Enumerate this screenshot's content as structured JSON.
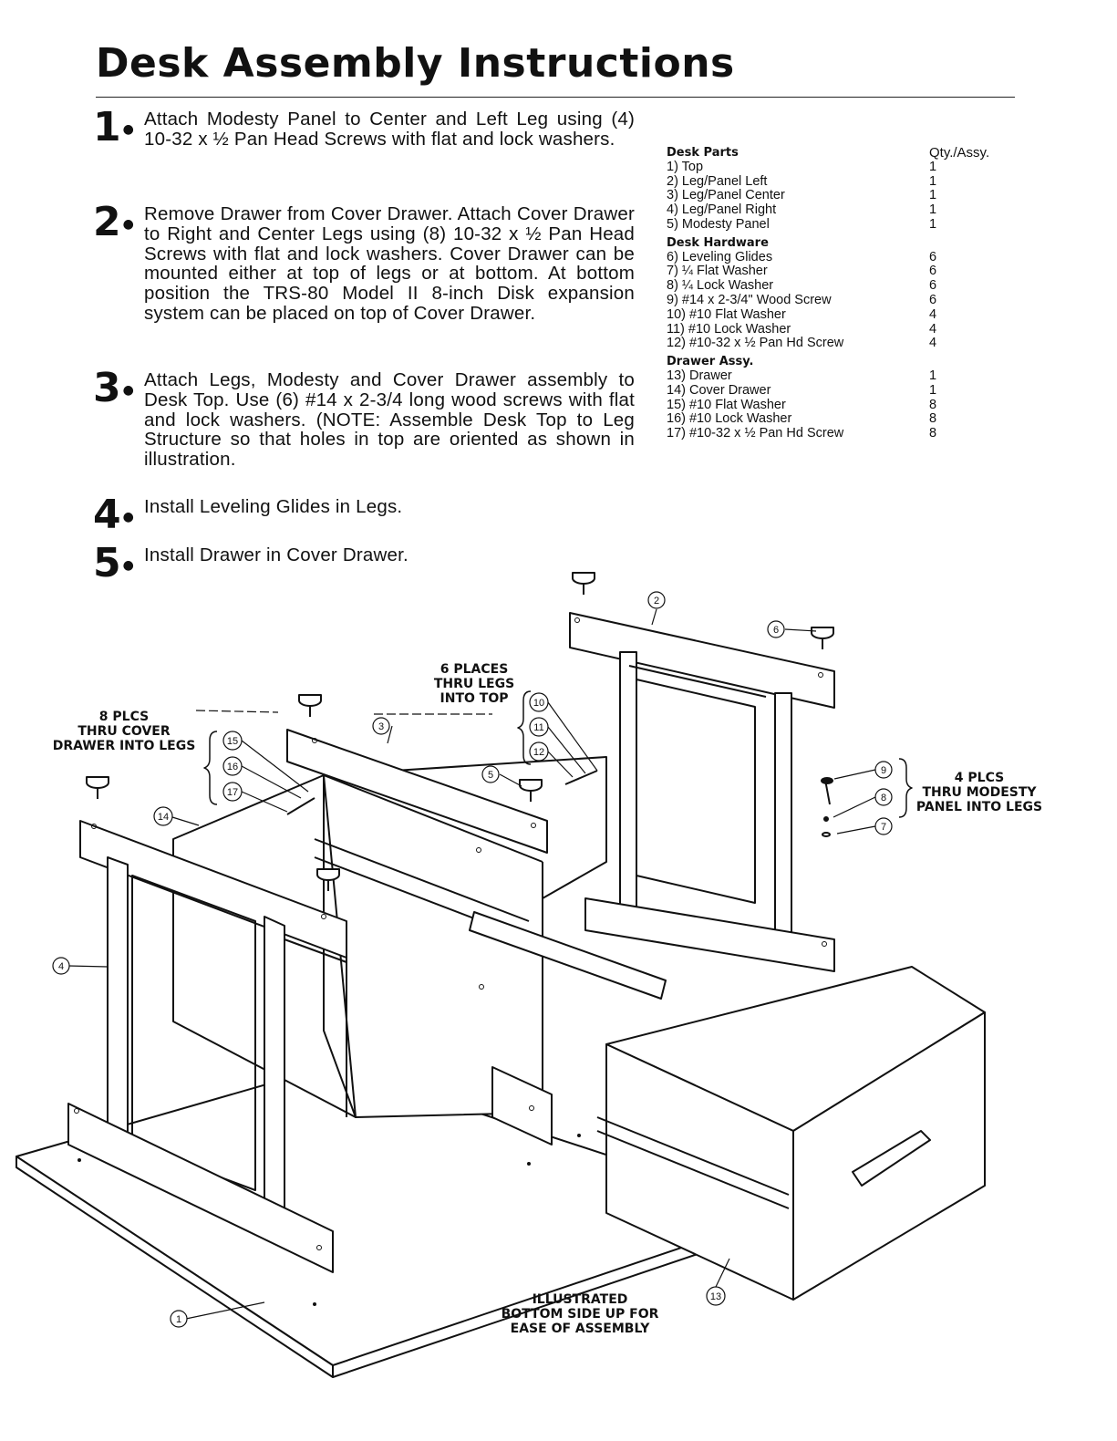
{
  "title": "Desk Assembly Instructions",
  "steps": [
    {
      "num": "1",
      "text": "Attach Modesty Panel to Center and Left Leg using (4) 10-32 x ½ Pan Head Screws with flat and lock washers."
    },
    {
      "num": "2",
      "text": "Remove Drawer from Cover Drawer. Attach Cover Drawer to Right and Center Legs using (8) 10-32 x ½ Pan Head Screws with flat and lock washers. Cover Drawer can be mounted either at top of legs or at bottom. At bottom position the TRS-80 Model II 8-inch Disk expansion system can be placed on top of Cover Drawer."
    },
    {
      "num": "3",
      "text": "Attach Legs, Modesty and Cover Drawer assembly to Desk Top. Use (6) #14 x 2-3/4 long wood screws with flat and lock washers. (NOTE: Assemble Desk Top to Leg Structure so that holes in top are oriented as shown in illustration."
    },
    {
      "num": "4",
      "text": "Install Leveling Glides in Legs."
    },
    {
      "num": "5",
      "text": "Install Drawer in Cover Drawer."
    }
  ],
  "parts_list": {
    "qty_header": "Qty./Assy.",
    "groups": [
      {
        "heading": "Desk Parts",
        "items": [
          {
            "name": "1) Top",
            "qty": "1"
          },
          {
            "name": "2) Leg/Panel Left",
            "qty": "1"
          },
          {
            "name": "3) Leg/Panel Center",
            "qty": "1"
          },
          {
            "name": "4) Leg/Panel Right",
            "qty": "1"
          },
          {
            "name": "5) Modesty Panel",
            "qty": "1"
          }
        ]
      },
      {
        "heading": "Desk Hardware",
        "items": [
          {
            "name": "6) Leveling Glides",
            "qty": "6"
          },
          {
            "name": "7) ¼ Flat Washer",
            "qty": "6"
          },
          {
            "name": "8) ¼ Lock Washer",
            "qty": "6"
          },
          {
            "name": "9) #14 x 2-3/4\" Wood Screw",
            "qty": "6"
          },
          {
            "name": "10) #10 Flat Washer",
            "qty": "4"
          },
          {
            "name": "11) #10 Lock Washer",
            "qty": "4"
          },
          {
            "name": "12) #10-32 x ½ Pan Hd Screw",
            "qty": "4"
          }
        ]
      },
      {
        "heading": "Drawer Assy.",
        "items": [
          {
            "name": "13) Drawer",
            "qty": "1"
          },
          {
            "name": "14) Cover Drawer",
            "qty": "1"
          },
          {
            "name": "15) #10 Flat Washer",
            "qty": "8"
          },
          {
            "name": "16) #10 Lock Washer",
            "qty": "8"
          },
          {
            "name": "17) #10-32 x ½ Pan Hd Screw",
            "qty": "8"
          }
        ]
      }
    ]
  },
  "diagram_labels": {
    "six_places": [
      "6 PLACES",
      "THRU LEGS",
      "INTO TOP"
    ],
    "eight_plcs": [
      "8 PLCS",
      "THRU COVER",
      "DRAWER INTO LEGS"
    ],
    "four_plcs": [
      "4 PLCS",
      "THRU MODESTY",
      "PANEL INTO LEGS"
    ],
    "illustrated": [
      "ILLUSTRATED",
      "BOTTOM SIDE UP FOR",
      "EASE OF ASSEMBLY"
    ]
  },
  "callouts": [
    "1",
    "2",
    "3",
    "4",
    "5",
    "6",
    "7",
    "8",
    "9",
    "10",
    "11",
    "12",
    "13",
    "14",
    "15",
    "16",
    "17"
  ]
}
